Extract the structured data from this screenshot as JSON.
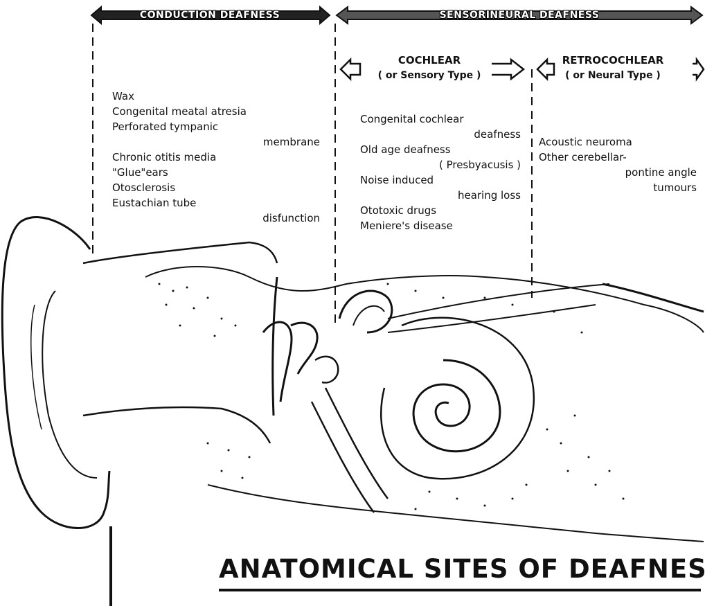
{
  "title": "ANATOMICAL SITES OF DEAFNESS",
  "banners": {
    "conduction": "CONDUCTION DEAFNESS",
    "sensorineural": "SENSORINEURAL DEAFNESS"
  },
  "cochlear": {
    "heading": "COCHLEAR",
    "subheading": "( or Sensory Type )",
    "causes": [
      {
        "line1": "Congenital cochlear",
        "line2": "deafness"
      },
      {
        "line1": "Old age deafness",
        "line2": "( Presbyacusis )"
      },
      {
        "line1": "Noise induced",
        "line2": "hearing loss"
      },
      {
        "line1": "Ototoxic drugs",
        "line2": ""
      },
      {
        "line1": "Meniere's disease",
        "line2": ""
      }
    ]
  },
  "retrocochlear": {
    "heading": "RETROCOCHLEAR",
    "subheading": "( or Neural Type )",
    "causes": [
      {
        "line1": "Acoustic neuroma",
        "line2": ""
      },
      {
        "line1": "Other cerebellar-",
        "line2": "pontine angle"
      },
      {
        "line1": "",
        "line2": "tumours"
      }
    ]
  },
  "conduction": {
    "causes": [
      {
        "line1": "Wax",
        "line2": ""
      },
      {
        "line1": "Congenital meatal atresia",
        "line2": ""
      },
      {
        "line1": "Perforated tympanic",
        "line2": "membrane"
      },
      {
        "line1": "Chronic otitis media",
        "line2": ""
      },
      {
        "line1": "\"Glue\"ears",
        "line2": ""
      },
      {
        "line1": "Otosclerosis",
        "line2": ""
      },
      {
        "line1": "Eustachian tube",
        "line2": "disfunction"
      }
    ]
  },
  "colors": {
    "ink": "#111111",
    "paper": "#ffffff"
  }
}
